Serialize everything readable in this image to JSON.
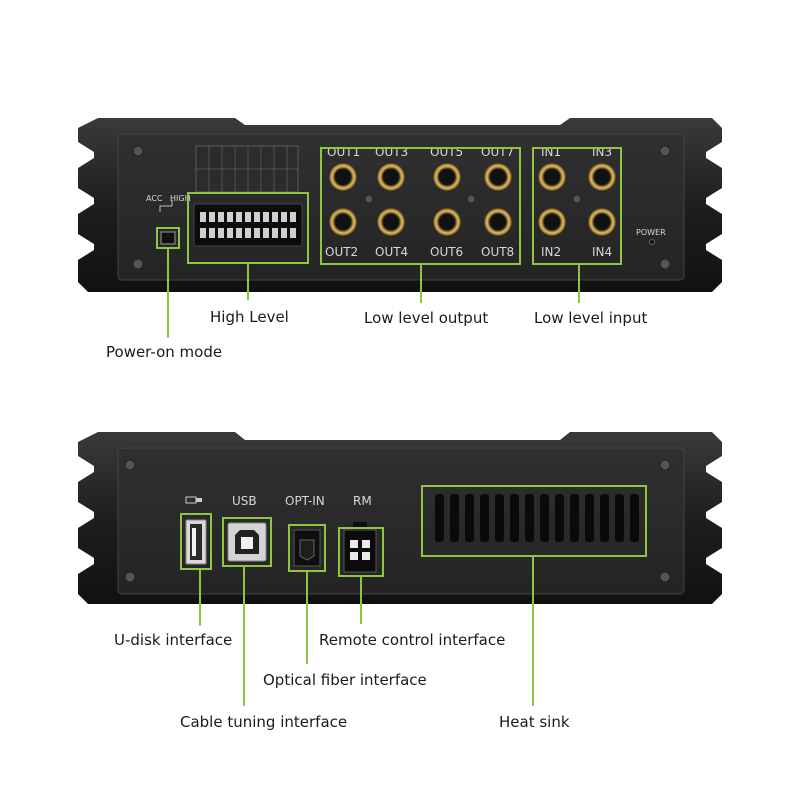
{
  "colors": {
    "accent": "#8dc63f",
    "chassis": "#1c1c1e",
    "faceplate": "#2a2a2c",
    "gold": "#c8a24a",
    "label_text": "#1a1a1a"
  },
  "top_panel": {
    "switch_labels": [
      "ACC",
      "HIGH"
    ],
    "outputs": [
      "OUT1",
      "OUT2",
      "OUT3",
      "OUT4",
      "OUT5",
      "OUT6",
      "OUT7",
      "OUT8"
    ],
    "inputs": [
      "IN1",
      "IN2",
      "IN3",
      "IN4"
    ],
    "power_label": "POWER",
    "callouts": {
      "high_level": "High Level",
      "low_level_output": "Low level output",
      "low_level_input": "Low level input",
      "power_on_mode": "Power-on mode"
    }
  },
  "bottom_panel": {
    "port_labels": [
      "USB",
      "OPT-IN",
      "RM"
    ],
    "callouts": {
      "u_disk": "U-disk interface",
      "cable_tuning": "Cable tuning interface",
      "optical_fiber": "Optical fiber interface",
      "remote_control": "Remote control interface",
      "heat_sink": "Heat sink"
    }
  }
}
